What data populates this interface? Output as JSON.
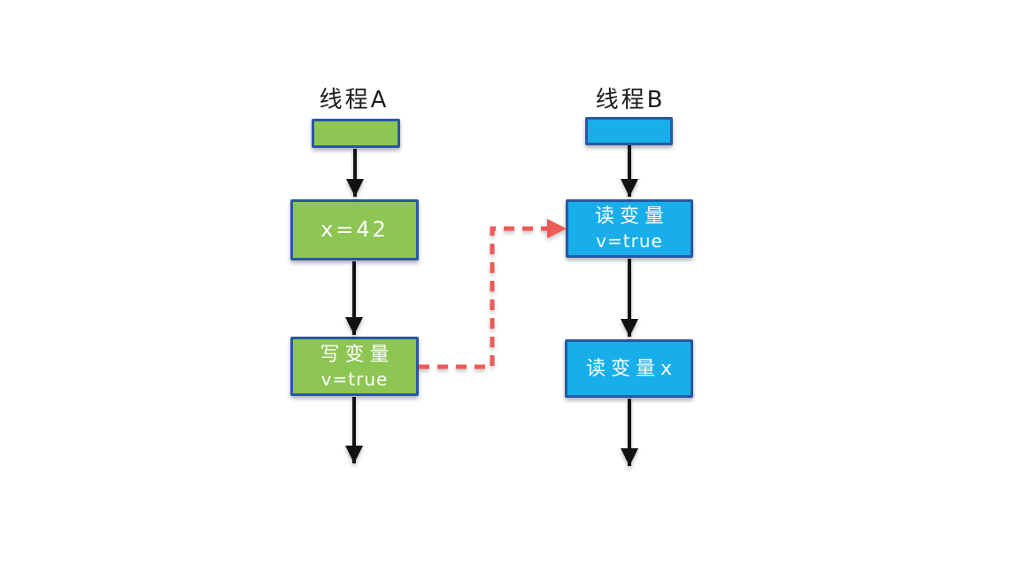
{
  "page": {
    "background": "#ffffff"
  },
  "colors": {
    "thread_a_fill": "#8dc652",
    "thread_b_fill": "#18aee9",
    "node_border": "#2a57a5",
    "flow_arrow": "#121212",
    "happens_before_arrow": "#ed5b56",
    "title_text": "#1b1b1b",
    "node_text": "#ffffff"
  },
  "threads": [
    {
      "title": "线程A",
      "fill": "#8dc652",
      "nodes": {
        "start": {
          "label": ""
        },
        "step1": {
          "line1": "x=42"
        },
        "step2": {
          "line1": "写变量",
          "line2": "v=true"
        }
      }
    },
    {
      "title": "线程B",
      "fill": "#18aee9",
      "nodes": {
        "start": {
          "label": ""
        },
        "step1": {
          "line1": "读变量",
          "line2": "v=true"
        },
        "step2": {
          "line1": "读变量x"
        }
      }
    }
  ],
  "happens_before": {
    "style": "dashed",
    "color": "#ed5b56",
    "from": "线程A 写变量 v=true",
    "to": "线程B 读变量 v=true"
  }
}
